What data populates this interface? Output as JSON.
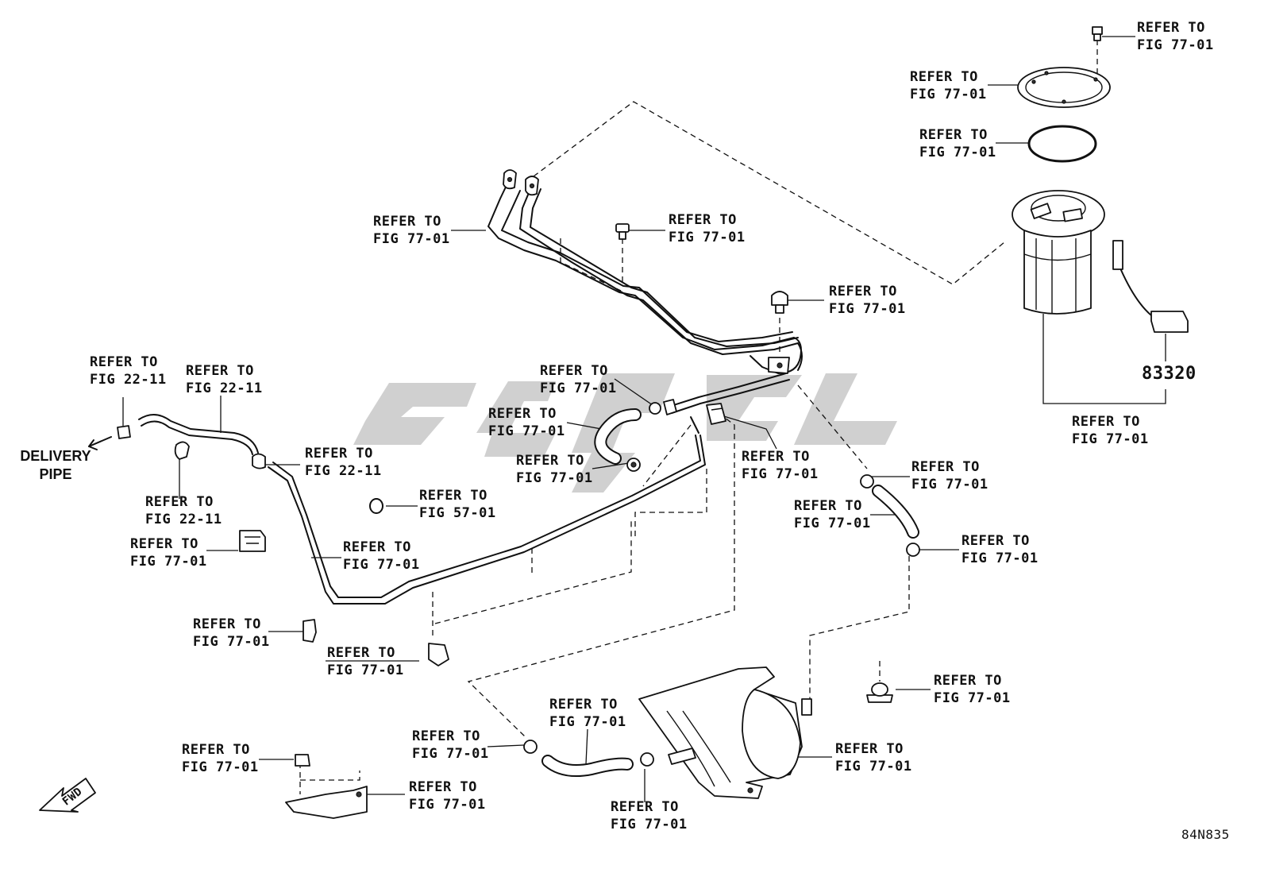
{
  "labels": {
    "refer_to": "REFER TO",
    "fig_77_01": "FIG 77-01",
    "fig_22_11": "FIG 22-11",
    "fig_57_01": "FIG 57-01",
    "part_number": "83320",
    "delivery_pipe_line1": "DELIVERY",
    "delivery_pipe_line2": "PIPE",
    "fwd": "FWD",
    "diagram_code": "84N835"
  },
  "colors": {
    "line": "#111111",
    "watermark": "#c8c8c8",
    "background": "#ffffff"
  }
}
